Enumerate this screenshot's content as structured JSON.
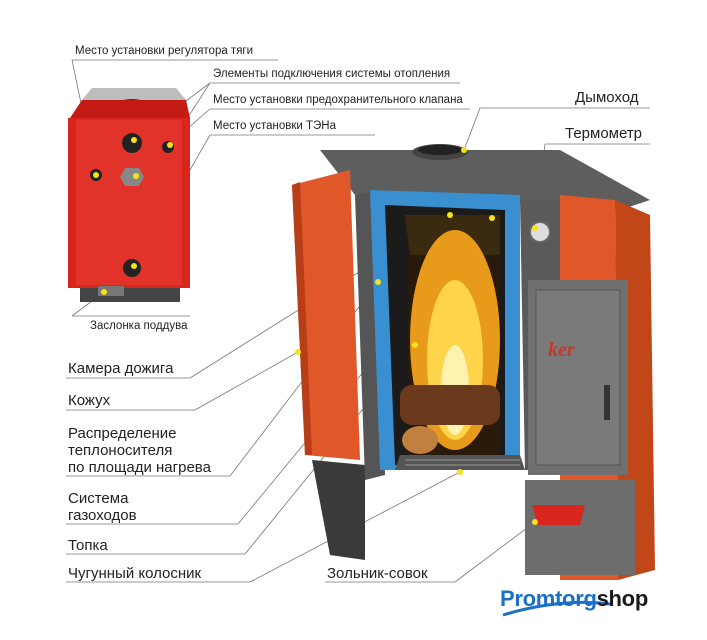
{
  "top_labels": {
    "draft_regulator": "Место установки регулятора тяги",
    "heating_connections": "Элементы подключения системы отопления",
    "safety_valve": "Место установки предохранительного клапана",
    "heater_element": "Место установки ТЭНа",
    "air_damper": "Заслонка поддува"
  },
  "left_labels": {
    "afterburner": "Камера дожига",
    "casing": "Кожух",
    "distribution_1": "Распределение",
    "distribution_2": "теплоносителя",
    "distribution_3": "по площади нагрева",
    "flue_1": "Система",
    "flue_2": "газоходов",
    "firebox": "Топка",
    "grate": "Чугунный колосник"
  },
  "right_labels": {
    "chimney": "Дымоход",
    "thermometer": "Термометр",
    "ash_pan": "Зольник-совок"
  },
  "door_brand": "ker",
  "logo": {
    "part1": "Promtorg",
    "part2": "shop"
  },
  "colors": {
    "body_red": "#d8251e",
    "side_orange": "#e0582a",
    "steel": "#6d6d6d",
    "water_blue": "#3a8fd0",
    "marker_yellow": "#f5e21a",
    "logo_blue": "#1a6fc9"
  }
}
